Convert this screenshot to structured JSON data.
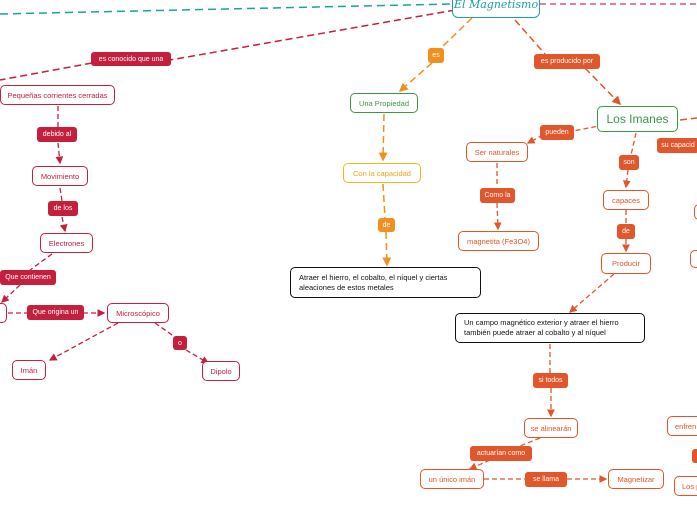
{
  "title": "El Magnetismo",
  "nodes": {
    "pequenas": "Pequeñas corrientes cerradas",
    "movimiento": "Movimiento",
    "electrones": "Electrones",
    "microscopico": "Microscópico",
    "iman": "Imán",
    "dipolo": "Dipolo",
    "una_propiedad": "Una Propiedad",
    "con_capacidad": "Con la capacidad",
    "atraer": "Atraer el hierro, el cobalto, el níquel y ciertas aleaciones de estos metales",
    "los_imanes": "Los Imanes",
    "ser_naturales": "Ser naturales",
    "magnetita": "magnetita (Fe3O4)",
    "capaces": "capaces",
    "producir": "Producir",
    "campo": "Un campo magnético exterior y atraer el hierro también puede atraer al cobalto y al níquel",
    "se_alinearan": "se alinearán",
    "unico_iman": "un único imán",
    "magnetizar": "Magnetizar",
    "enfren": "enfren",
    "los_partial": "Los p"
  },
  "labels": {
    "es_conocido": "es conocido que una",
    "debido_al": "debido al",
    "de_los": "de los",
    "que_contienen": "Que contienen",
    "que_origina": "Que origina un",
    "o": "o",
    "es": "es",
    "de": "de",
    "es_producido": "es producido por",
    "pueden": "pueden",
    "como_la": "Como la",
    "son": "son",
    "de2": "de",
    "su_capacidad": "su capacid",
    "si_todos": "si todos",
    "actuarian": "actuarían como",
    "se_llama": "se llama"
  },
  "colors": {
    "red": "#c4203d",
    "orange": "#e2562b",
    "amber": "#f0901e",
    "green": "#3a9a42",
    "yellow": "#f4b51f",
    "teal": "#19a39a",
    "dark": "#111111"
  }
}
